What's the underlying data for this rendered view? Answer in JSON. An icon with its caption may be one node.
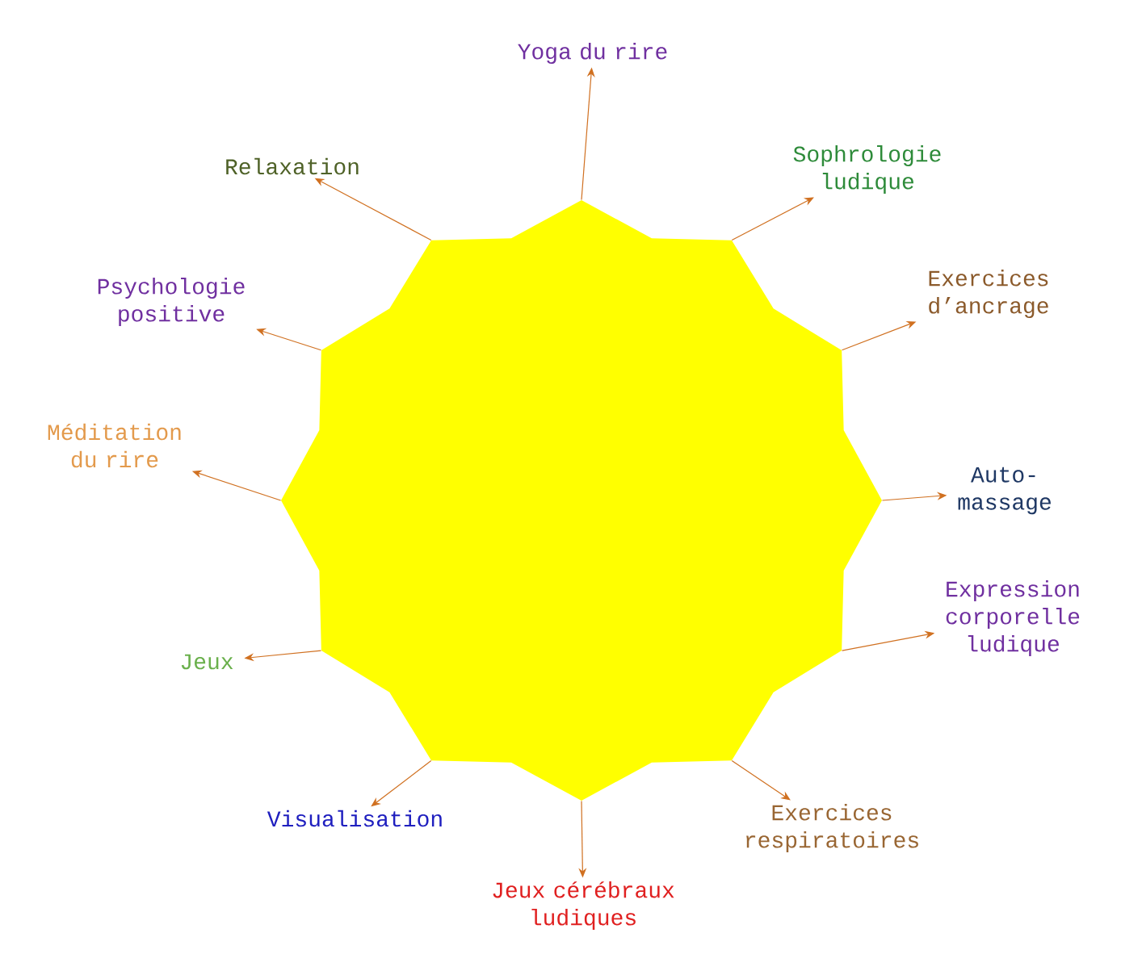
{
  "diagram": {
    "nodes": [
      {
        "text": [],
        "shape": "star"
      },
      {
        "text": [
          "Yoga du rire"
        ]
      },
      {
        "text": [
          "Sophrologie ludique"
        ]
      },
      {
        "text": [
          "Exercices d’ancrage"
        ]
      },
      {
        "text": [
          "Auto-massage"
        ]
      },
      {
        "text": [
          "Expression corporelle ludique"
        ]
      },
      {
        "text": [
          "Exercices respiratoires"
        ]
      },
      {
        "text": [
          "Jeux cérébraux ludiques"
        ]
      },
      {
        "text": [
          "Visualisation"
        ]
      },
      {
        "text": [
          "Jeux"
        ]
      },
      {
        "text": [
          "Méditation du rire"
        ]
      },
      {
        "text": [
          "Psychologie positive"
        ]
      },
      {
        "text": [
          "Relaxation"
        ]
      }
    ],
    "edges": [
      {
        "from": 0,
        "to": 1,
        "arrow": "to"
      },
      {
        "from": 0,
        "to": 2,
        "arrow": "to"
      },
      {
        "from": 0,
        "to": 3,
        "arrow": "to"
      },
      {
        "from": 0,
        "to": 4,
        "arrow": "to"
      },
      {
        "from": 0,
        "to": 5,
        "arrow": "to"
      },
      {
        "from": 0,
        "to": 6,
        "arrow": "to"
      },
      {
        "from": 0,
        "to": 7,
        "arrow": "to"
      },
      {
        "from": 0,
        "to": 8,
        "arrow": "to"
      },
      {
        "from": 0,
        "to": 9,
        "arrow": "to"
      },
      {
        "from": 0,
        "to": 10,
        "arrow": "to"
      },
      {
        "from": 0,
        "to": 11,
        "arrow": "to"
      },
      {
        "from": 0,
        "to": 12,
        "arrow": "to"
      }
    ]
  }
}
